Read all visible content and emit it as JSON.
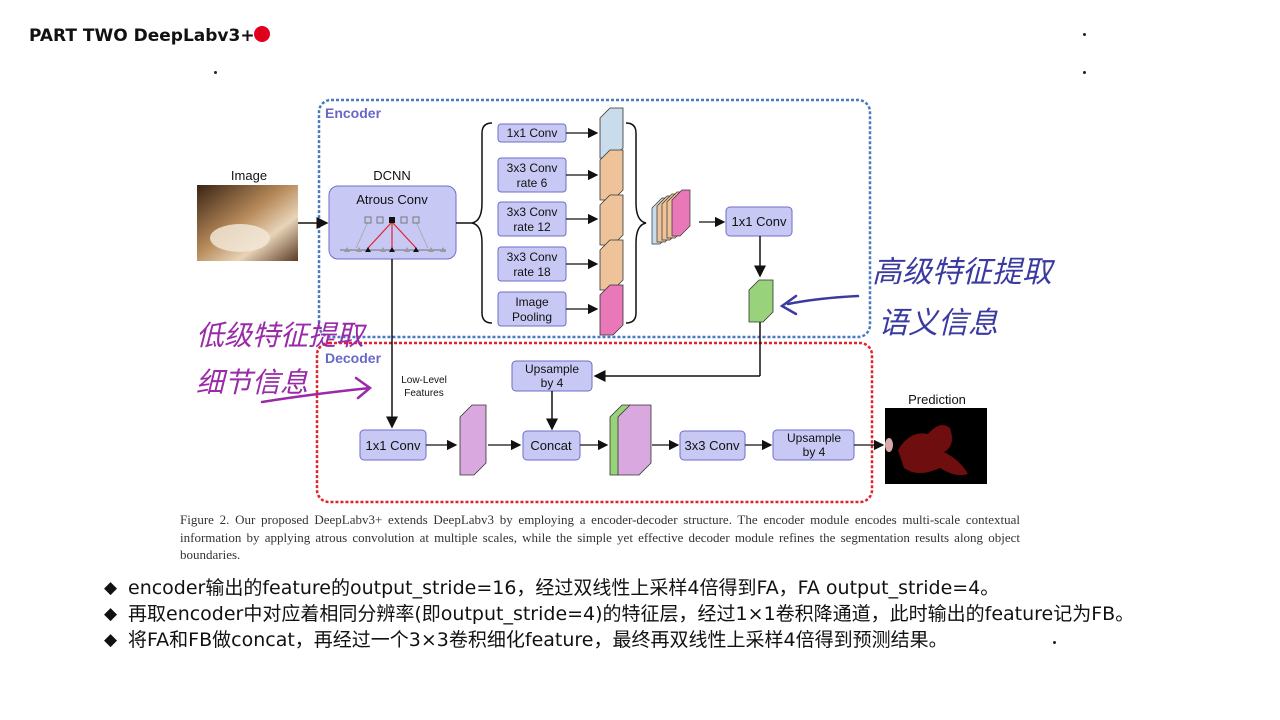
{
  "header": {
    "title": "PART TWO DeepLabv3+"
  },
  "colors": {
    "accent_red": "#e0001b",
    "encoder_border": "#4a7bc0",
    "decoder_border": "#e0242b",
    "box_fill": "#c8c8f5",
    "box_border": "#6e6ec8",
    "annotation_blue": "#3a3aa0",
    "annotation_purple": "#9a2aa8"
  },
  "diagram": {
    "encoder_label": "Encoder",
    "decoder_label": "Decoder",
    "image_label": "Image",
    "dcnn_label": "DCNN",
    "atrous_label": "Atrous Conv",
    "branches": [
      {
        "line1": "1x1 Conv",
        "line2": ""
      },
      {
        "line1": "3x3 Conv",
        "line2": "rate 6"
      },
      {
        "line1": "3x3 Conv",
        "line2": "rate 12"
      },
      {
        "line1": "3x3 Conv",
        "line2": "rate 18"
      },
      {
        "line1": "Image",
        "line2": "Pooling"
      }
    ],
    "enc_conv1x1": "1x1 Conv",
    "upsample_a": {
      "line1": "Upsample",
      "line2": "by 4"
    },
    "low_level": {
      "line1": "Low-Level",
      "line2": "Features"
    },
    "dec_conv1x1": "1x1 Conv",
    "concat": "Concat",
    "conv3x3": "3x3 Conv",
    "upsample_b": {
      "line1": "Upsample",
      "line2": "by 4"
    },
    "prediction_label": "Prediction",
    "annotation_right": {
      "line1": "高级特征提取",
      "line2": "语义信息"
    },
    "annotation_left": {
      "line1": "低级特征提取",
      "line2": "细节信息"
    }
  },
  "caption": "Figure 2. Our proposed DeepLabv3+ extends DeepLabv3 by employing a encoder-decoder structure. The encoder module encodes multi-scale contextual information by applying atrous convolution at multiple scales, while the simple yet effective decoder module refines the segmentation results along object boundaries.",
  "bullets": [
    "encoder输出的feature的output_stride=16，经过双线性上采样4倍得到FA，FA output_stride=4。",
    "再取encoder中对应着相同分辨率(即output_stride=4)的特征层，经过1×1卷积降通道，此时输出的feature记为FB。",
    "将FA和FB做concat，再经过一个3×3卷积细化feature，最终再双线性上采样4倍得到预测结果。"
  ],
  "bullet_marker": "◆"
}
